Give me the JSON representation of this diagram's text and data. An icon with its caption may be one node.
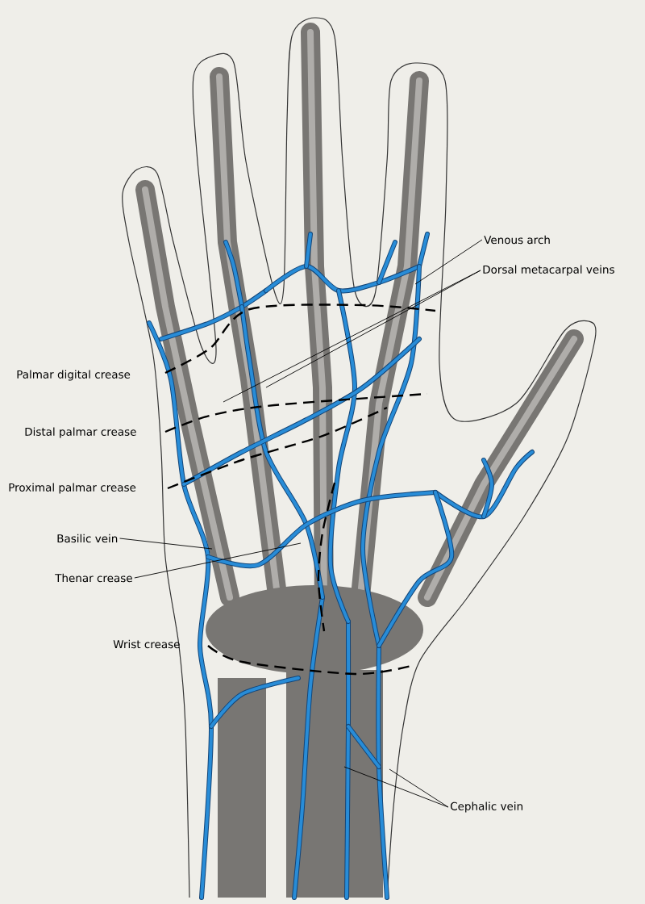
{
  "diagram": {
    "nodes": [
      {
        "text": [
          "Venous arch"
        ]
      },
      {
        "text": [
          "Dorsal metacarpal veins"
        ]
      },
      {
        "text": [
          "Basilic vein"
        ]
      },
      {
        "text": [
          "Thenar crease"
        ]
      },
      {
        "text": [
          "Cephalic vein"
        ]
      }
    ],
    "edges": [
      {
        "from": 0,
        "to": null,
        "arrow": "none"
      },
      {
        "from": 1,
        "to": null,
        "arrow": "none"
      },
      {
        "from": 1,
        "to": null,
        "arrow": "none"
      },
      {
        "from": 2,
        "to": null,
        "arrow": "none"
      },
      {
        "from": 3,
        "to": null,
        "arrow": "none"
      },
      {
        "from": 4,
        "to": null,
        "arrow": "none"
      },
      {
        "from": 4,
        "to": null,
        "arrow": "none"
      }
    ],
    "labels": [
      "Palmar digital crease",
      "Distal palmar crease",
      "Proximal palmar crease",
      "Wrist crease"
    ]
  }
}
